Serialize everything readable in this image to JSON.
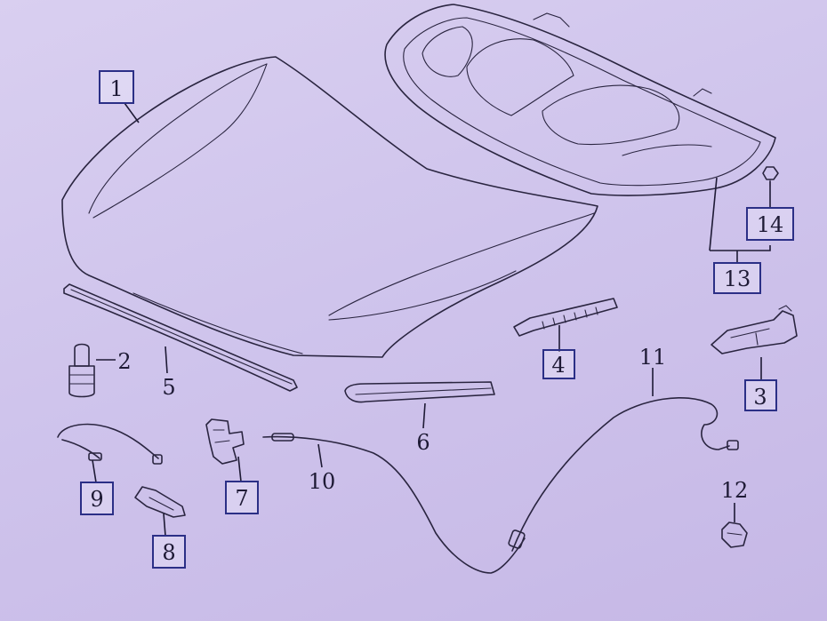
{
  "callouts": [
    {
      "id": "c1",
      "text": "1",
      "boxed": true
    },
    {
      "id": "c2",
      "text": "2",
      "boxed": false
    },
    {
      "id": "c3",
      "text": "3",
      "boxed": true
    },
    {
      "id": "c4",
      "text": "4",
      "boxed": true
    },
    {
      "id": "c5",
      "text": "5",
      "boxed": false
    },
    {
      "id": "c6",
      "text": "6",
      "boxed": false
    },
    {
      "id": "c7",
      "text": "7",
      "boxed": true
    },
    {
      "id": "c8",
      "text": "8",
      "boxed": true
    },
    {
      "id": "c9",
      "text": "9",
      "boxed": true
    },
    {
      "id": "c10",
      "text": "10",
      "boxed": false
    },
    {
      "id": "c11",
      "text": "11",
      "boxed": false
    },
    {
      "id": "c12",
      "text": "12",
      "boxed": false
    },
    {
      "id": "c13",
      "text": "13",
      "boxed": true
    },
    {
      "id": "c14",
      "text": "14",
      "boxed": true
    }
  ],
  "colors": {
    "line": "#2a2540",
    "callout_border": "#2b2f86",
    "background": "#d4c9ee"
  }
}
